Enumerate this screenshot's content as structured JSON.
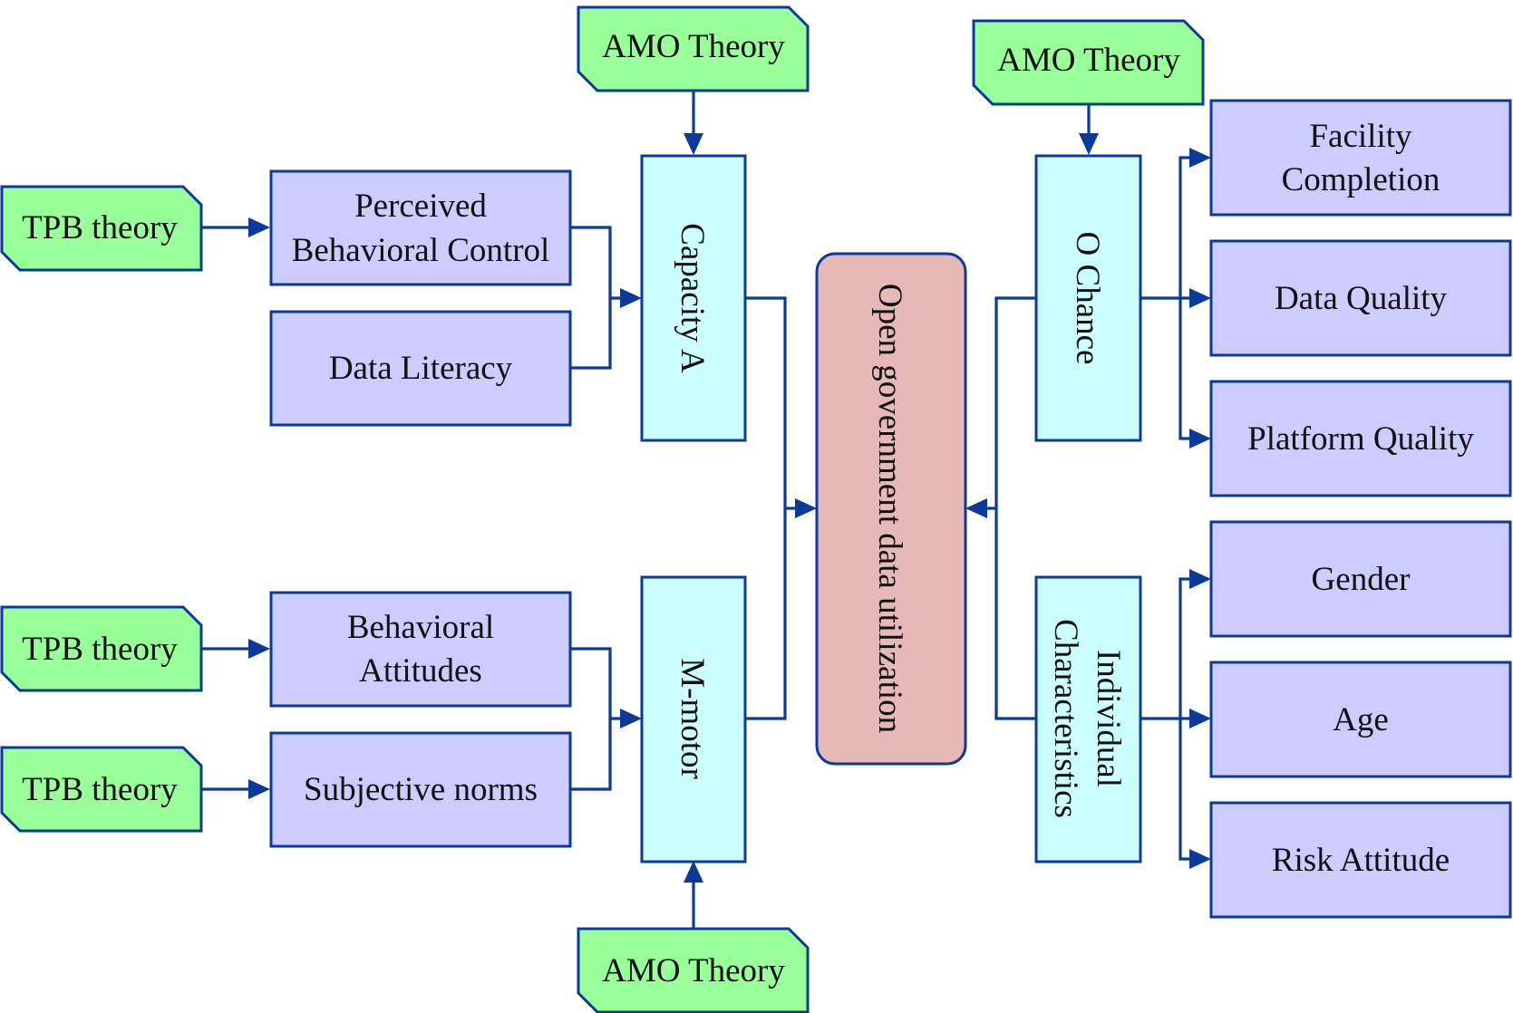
{
  "diagram": {
    "center": {
      "label": "Open government data utilization",
      "fill": "#e6b8b8"
    },
    "theory_tags": {
      "tpb_1": "TPB theory",
      "tpb_2": "TPB theory",
      "tpb_3": "TPB theory",
      "amo_top": "AMO Theory",
      "amo_right": "AMO Theory",
      "amo_bottom": "AMO Theory"
    },
    "pillars": {
      "capacity": "Capacity A",
      "motor": "M-motor",
      "chance": "O Chance",
      "individual_line1": "Individual",
      "individual_line2": "Characteristics"
    },
    "factors": {
      "pbc_line1": "Perceived",
      "pbc_line2": "Behavioral Control",
      "data_literacy": "Data Literacy",
      "attitudes_line1": "Behavioral",
      "attitudes_line2": "Attitudes",
      "subjective_norms": "Subjective norms",
      "facility_line1": "Facility",
      "facility_line2": "Completion",
      "data_quality": "Data Quality",
      "platform_quality": "Platform Quality",
      "gender": "Gender",
      "age": "Age",
      "risk_attitude": "Risk Attitude"
    },
    "colors": {
      "theory_tag": "#99ff99",
      "factor": "#ccccff",
      "pillar": "#ccffff",
      "center": "#e6b8b8",
      "stroke": "#0b3a99"
    }
  }
}
